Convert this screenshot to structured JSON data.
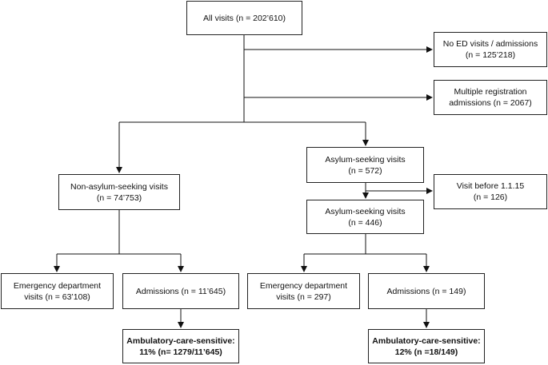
{
  "nodes": {
    "all": {
      "line1": "All visits (n = 202’610)"
    },
    "no_ed": {
      "line1": "No ED visits / admissions",
      "line2": "(n = 125’218)"
    },
    "multi": {
      "line1": "Multiple registration",
      "line2": "admissions (n = 2067)"
    },
    "non_asylum": {
      "line1": "Non-asylum-seeking visits",
      "line2": "(n = 74’753)"
    },
    "asylum1": {
      "line1": "Asylum-seeking visits",
      "line2": "(n = 572)"
    },
    "visit_before": {
      "line1": "Visit before  1.1.15",
      "line2": "(n = 126)"
    },
    "asylum2": {
      "line1": "Asylum-seeking visits",
      "line2": "(n = 446)"
    },
    "ed_left": {
      "line1": "Emergency department",
      "line2": "visits (n = 63’108)"
    },
    "adm_left": {
      "line1": "Admissions (n = 11’645)"
    },
    "acs_left": {
      "line1": "Ambulatory-care-sensitive:",
      "line2": "11% (n= 1279/11’645)"
    },
    "ed_right": {
      "line1": "Emergency department",
      "line2": "visits (n = 297)"
    },
    "adm_right": {
      "line1": "Admissions (n = 149)"
    },
    "acs_right": {
      "line1": "Ambulatory-care-sensitive:",
      "line2": "12% (n =18/149)"
    }
  }
}
